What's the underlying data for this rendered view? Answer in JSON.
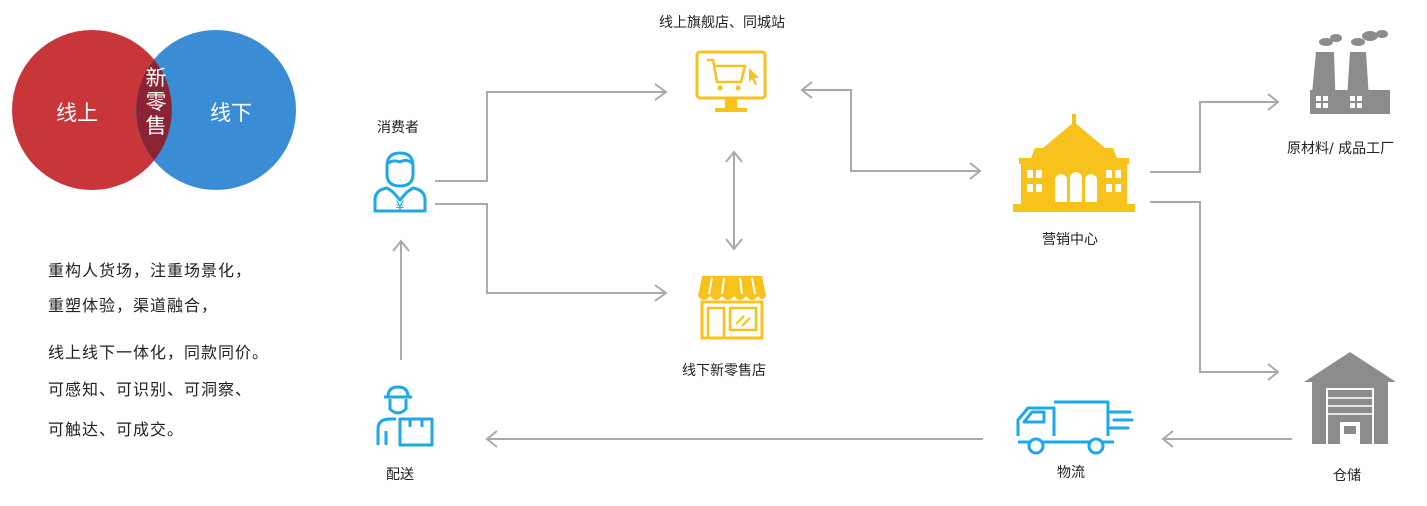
{
  "venn": {
    "left": "线上",
    "right": "线下",
    "center_chars": [
      "新",
      "零",
      "售"
    ],
    "colors": {
      "left": "#C8363A",
      "right": "#3A8DD4",
      "overlap": "#8A2434"
    }
  },
  "description": {
    "lines": [
      "重构人货场，注重场景化，",
      "重塑体验，渠道融合，",
      "线上线下一体化，同款同价。",
      "可感知、可识别、可洞察、",
      "可触达、可成交。"
    ]
  },
  "nodes": {
    "consumer": "消费者",
    "online_store": "线上旗舰店、同城站",
    "offline_store": "线下新零售店",
    "marketing": "营销中心",
    "factory": "原材料/ 成品工厂",
    "warehouse": "仓储",
    "logistics": "物流",
    "delivery": "配送"
  },
  "colors": {
    "yellow": "#F7C21B",
    "blue": "#1EA8E6",
    "gray": "#8C8C8C",
    "arrow": "#AAAAAA"
  }
}
